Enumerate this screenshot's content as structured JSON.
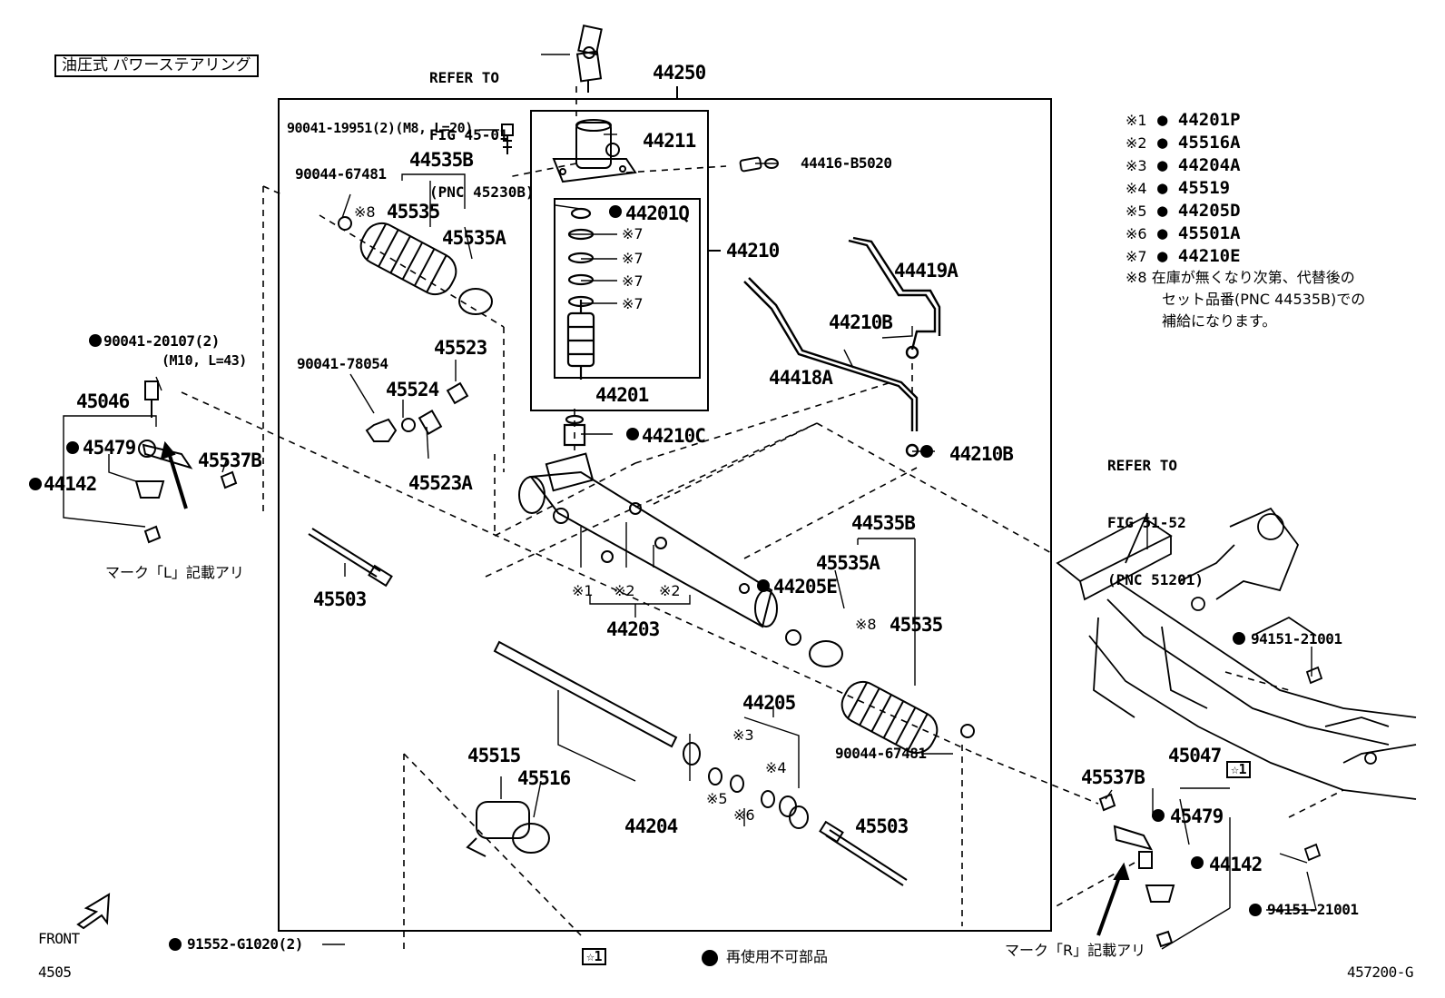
{
  "title_box": "油圧式 パワーステアリング",
  "refer_top": [
    "REFER TO",
    "FIG 45-01",
    "(PNC 45230B)"
  ],
  "refer_right": [
    "REFER TO",
    "FIG 51-52",
    "(PNC 51201)"
  ],
  "parts": {
    "p44250": "44250",
    "p44211": "44211",
    "p44416": "44416-B5020",
    "p44201Q": "44201Q",
    "p44210": "44210",
    "p44201": "44201",
    "p44210C": "44210C",
    "p44419A": "44419A",
    "p44210B_top": "44210B",
    "p44418A": "44418A",
    "p44210B_bottom": "44210B",
    "bolt_90041_19951": "90041-19951(2)(M8, L=20)",
    "p90044_67481_top": "90044-67481",
    "p44535B_top": "44535B",
    "p45535_top": "45535",
    "p45535A_top": "45535A",
    "p90041_78054": "90041-78054",
    "p45524": "45524",
    "p45523": "45523",
    "p45523A": "45523A",
    "p90041_20107": "90041-20107(2)",
    "p90041_20107_spec": "(M10, L=43)",
    "p45046": "45046",
    "p45479_left": "45479",
    "p45537B_left": "45537B",
    "p44142_left": "44142",
    "mark_L": "マーク「L」記載アリ",
    "p45503_left": "45503",
    "p44205E": "44205E",
    "p44203": "44203",
    "p44535B_right": "44535B",
    "p45535A_right": "45535A",
    "p45535_right": "45535",
    "p90044_67481_right": "90044-67481",
    "p44205": "44205",
    "p44204": "44204",
    "p45503_right": "45503",
    "p45515": "45515",
    "p45516": "45516",
    "p91552": "91552-G1020(2)",
    "p94151_top": "94151-21001",
    "p94151_bottom": "94151-21001",
    "p45047": "45047",
    "p45537B_right": "45537B",
    "p45479_right": "45479",
    "p44142_right": "44142",
    "mark_R": "マーク「R」記載アリ",
    "star1_right": "☆1",
    "star1_bottom": "☆1",
    "front": "FRONT",
    "code_left": "4505",
    "code_right": "457200-G",
    "reuse_note": "再使用不可部品"
  },
  "notes": {
    "n8": "※8",
    "n7": "※7",
    "n1": "※1",
    "n2": "※2",
    "n3": "※3",
    "n4": "※4",
    "n5": "※5",
    "n6": "※6"
  },
  "legend": [
    {
      "mark": "※1",
      "part": "44201P"
    },
    {
      "mark": "※2",
      "part": "45516A"
    },
    {
      "mark": "※3",
      "part": "44204A"
    },
    {
      "mark": "※4",
      "part": "45519"
    },
    {
      "mark": "※5",
      "part": "44205D"
    },
    {
      "mark": "※6",
      "part": "45501A"
    },
    {
      "mark": "※7",
      "part": "44210E"
    }
  ],
  "legend_note": {
    "mark": "※8",
    "lines": [
      "在庫が無くなり次第、代替後の",
      "セット品番(PNC 44535B)での",
      "補給になります。"
    ]
  },
  "colors": {
    "ink": "#000000",
    "paper": "#ffffff"
  }
}
